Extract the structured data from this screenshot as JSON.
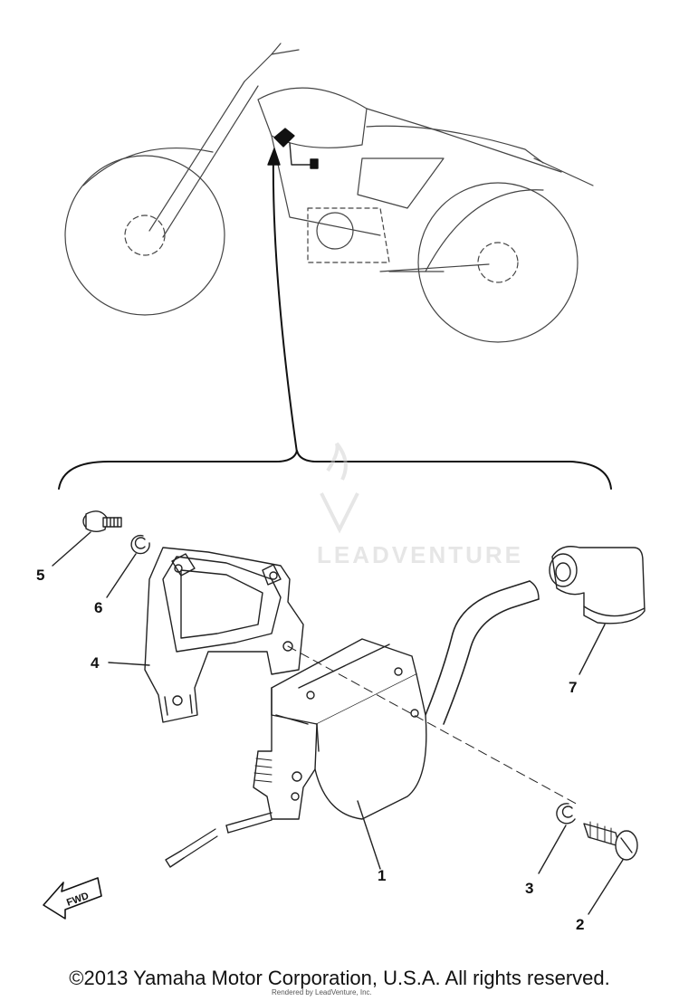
{
  "diagram": {
    "callouts": {
      "c1": "1",
      "c2": "2",
      "c3": "3",
      "c4": "4",
      "c5": "5",
      "c6": "6",
      "c7": "7"
    },
    "fwd_label": "FWD",
    "watermark": "LEADVENTURE",
    "copyright": "©2013 Yamaha Motor Corporation, U.S.A. All rights reserved.",
    "credit": "Rendered by LeadVenture, Inc."
  }
}
